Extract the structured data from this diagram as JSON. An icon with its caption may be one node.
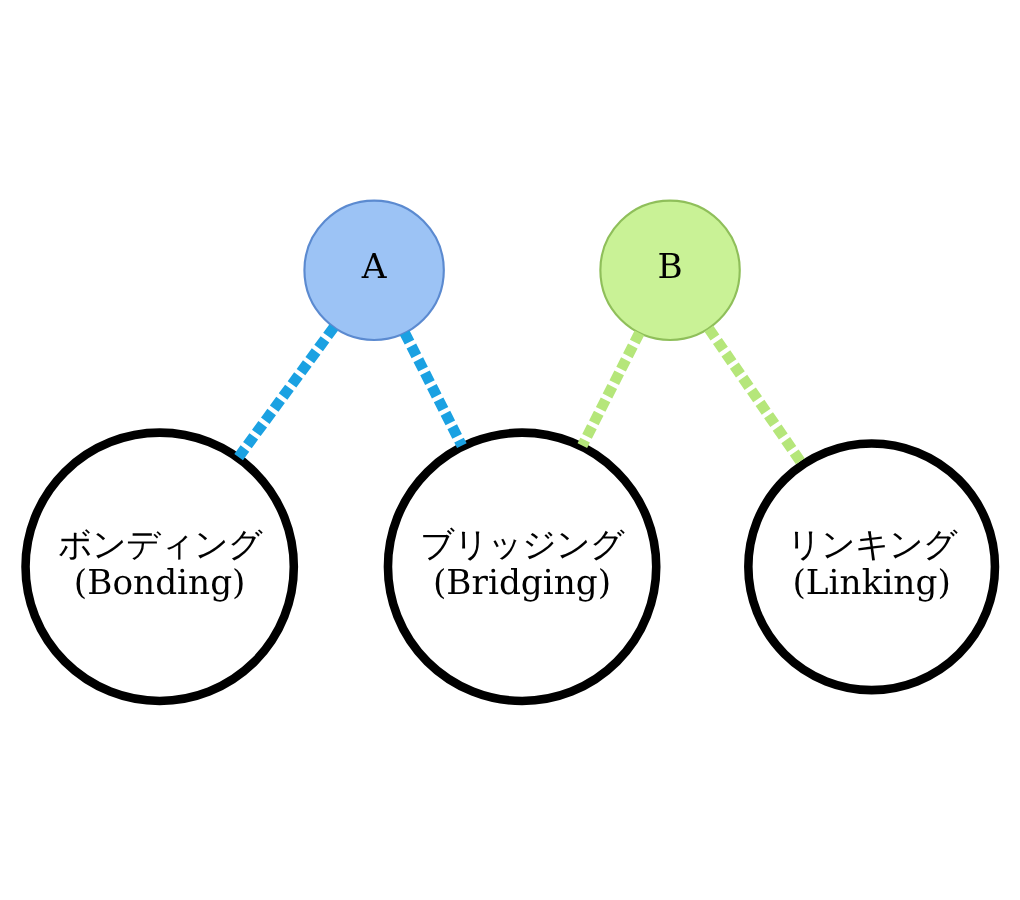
{
  "diagram": {
    "nodes": [
      {
        "text": [
          "ブリッジング",
          "(Bridging)"
        ]
      },
      {
        "text": [
          "A"
        ]
      },
      {
        "text": [
          "B"
        ]
      },
      {
        "text": [
          "ボンディング",
          "(Bonding)"
        ]
      },
      {
        "text": [
          "リンキング",
          "(Linking)"
        ]
      }
    ],
    "edges": [
      {
        "from": 1,
        "to": 0,
        "arrow": "none",
        "style": "dashed",
        "color": "#1ba1e2"
      },
      {
        "from": 1,
        "to": 3,
        "arrow": "none",
        "style": "dashed",
        "color": "#1ba1e2"
      },
      {
        "from": 2,
        "to": 0,
        "arrow": "none",
        "style": "dashed",
        "color": "#b5e67a"
      },
      {
        "from": 2,
        "to": 4,
        "arrow": "none",
        "style": "dashed",
        "color": "#b5e67a"
      }
    ]
  }
}
